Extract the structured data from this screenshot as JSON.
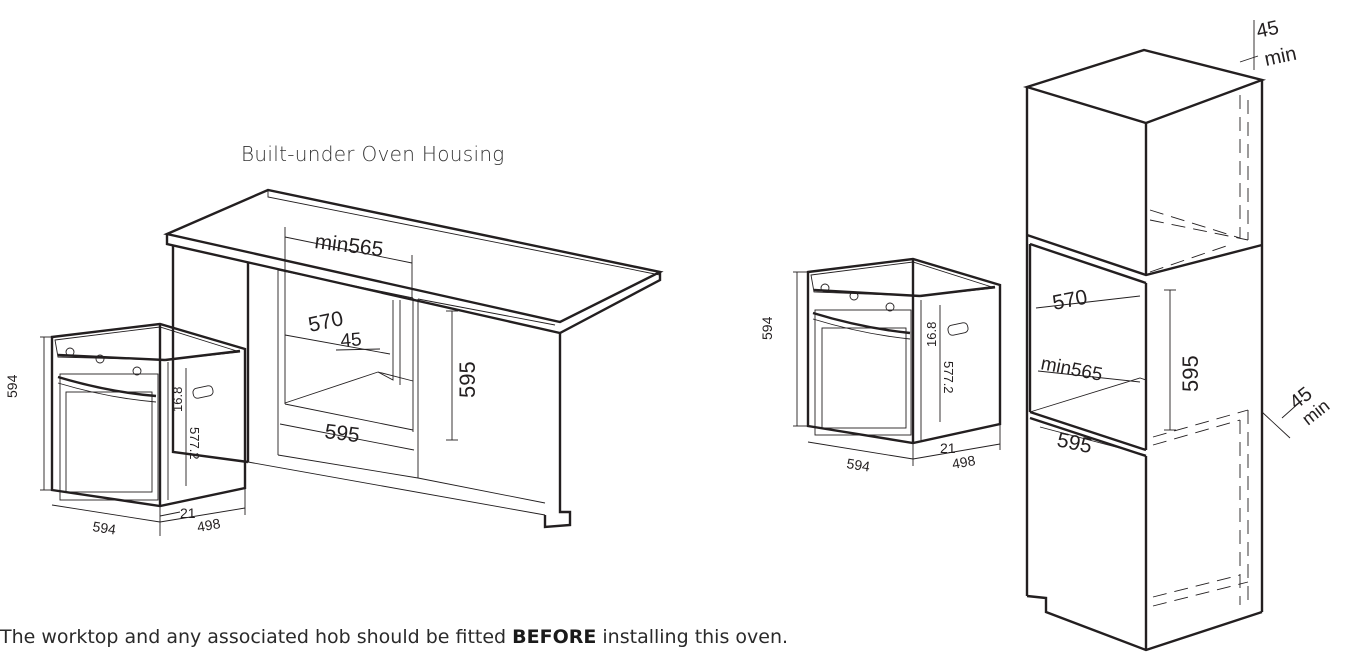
{
  "title": "Built-under Oven Housing",
  "note": {
    "before": "The worktop and any associated hob should be fitted ",
    "emphasis": "BEFORE",
    "after": " installing this oven."
  },
  "oven_dims": {
    "height": "594",
    "width": "594",
    "depth": "498",
    "front_offset": "21",
    "panel_top": "16.8",
    "body_height": "577.2"
  },
  "under_housing_dims": {
    "top_width": "min565",
    "inner_width": "570",
    "inner_depth": "45",
    "height": "595",
    "bottom_width": "595"
  },
  "tall_housing_dims": {
    "inner_width": "570",
    "min_depth": "min565",
    "height": "595",
    "bottom_width": "595",
    "top_gap": "45",
    "top_gap_min": "min",
    "side_gap": "45",
    "side_gap_min": "min"
  }
}
